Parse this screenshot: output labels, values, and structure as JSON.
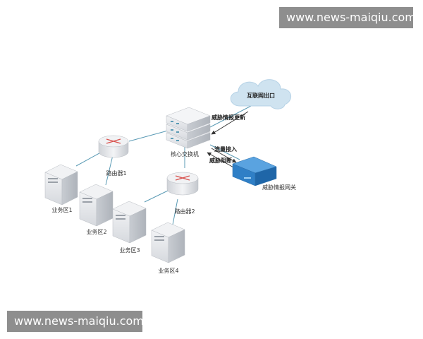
{
  "watermark_top": "www.news-maiqiu.com",
  "watermark_bottom": "www.news-maiqiu.com",
  "nodes": {
    "cloud": "互联网出口",
    "core_switch": "核心交换机",
    "router1": "路由器1",
    "router2": "路由器2",
    "gateway": "威胁情报网关",
    "zone1": "业务区1",
    "zone2": "业务区2",
    "zone3": "业务区3",
    "zone4": "业务区4"
  },
  "edge_labels": {
    "intel_update": "威胁情报更新",
    "traffic_in": "流量接入",
    "threat_block": "威胁阻断"
  },
  "colors": {
    "line": "#5b9bb5",
    "arrow": "#333333",
    "cloud": "#cfe3f0",
    "gateway": "#2f7fc6",
    "router_arrow": "#d9534f",
    "watermark_bg": "#8e8e8e"
  }
}
